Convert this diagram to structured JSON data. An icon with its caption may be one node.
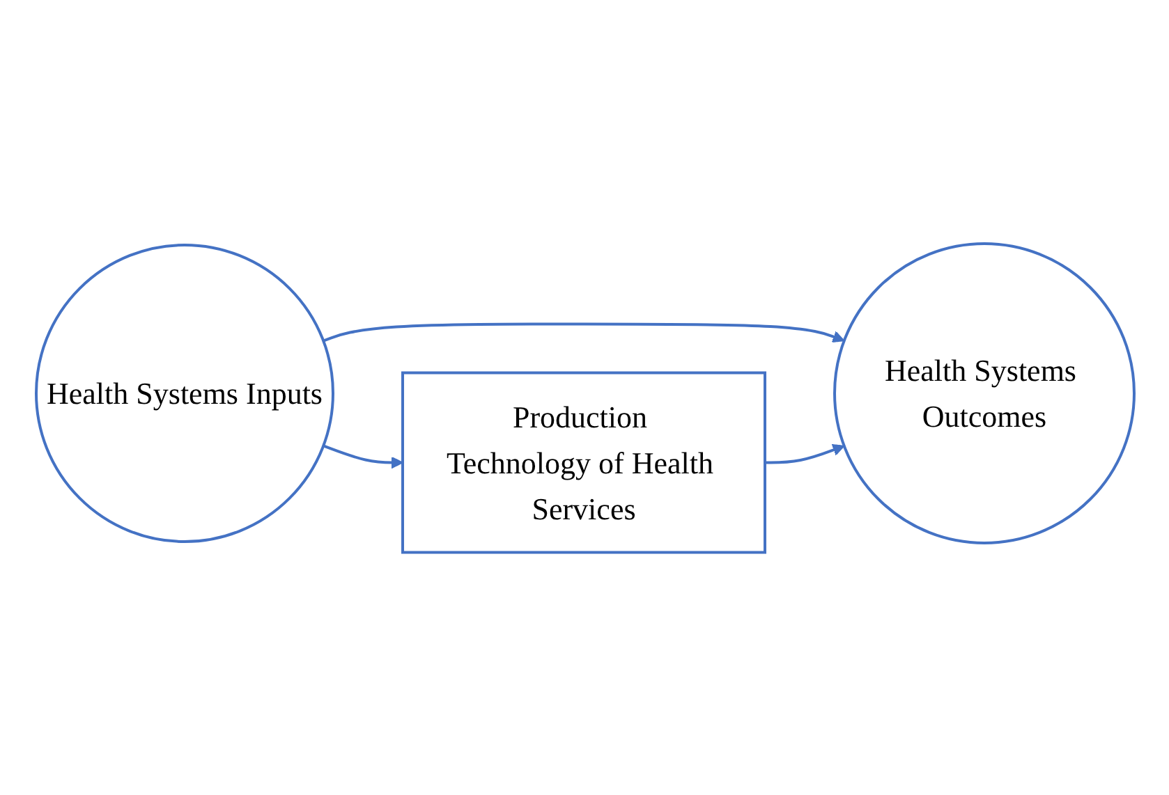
{
  "diagram": {
    "nodes": [
      {
        "text": [
          "Health Systems Inputs"
        ]
      },
      {
        "text": [
          "Health Systems Outcomes"
        ]
      },
      {
        "text": [
          "Production Technology of Health Services"
        ]
      }
    ],
    "edges": [
      {
        "from": 0,
        "to": 1,
        "arrow": "to"
      },
      {
        "from": 0,
        "to": 2,
        "arrow": "to"
      },
      {
        "from": 2,
        "to": 1,
        "arrow": "to"
      }
    ]
  }
}
